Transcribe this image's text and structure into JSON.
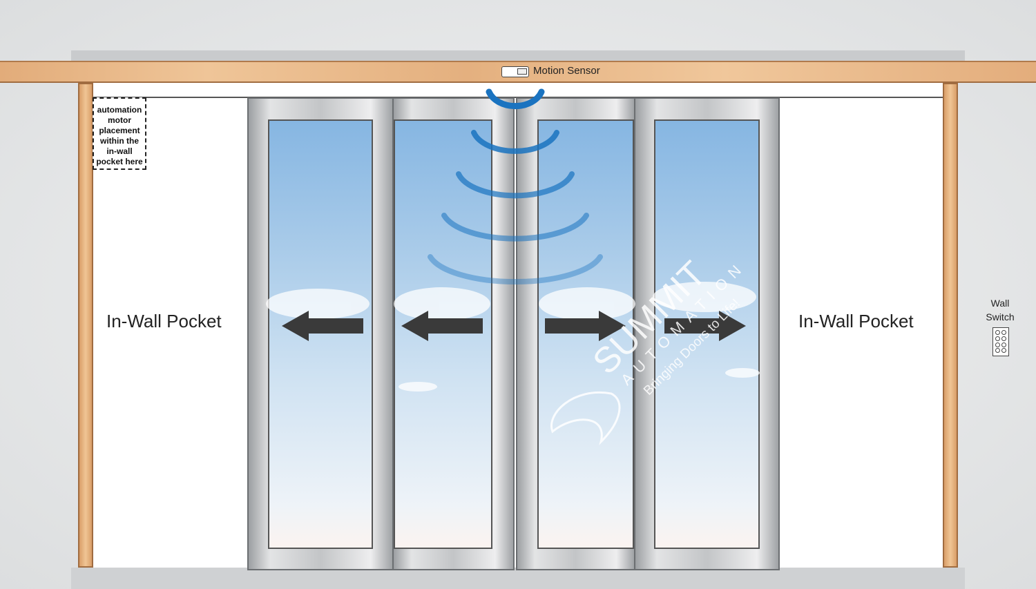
{
  "header": {
    "sensor_label": "Motion Sensor"
  },
  "motor_note": {
    "lines": [
      "automation",
      "motor",
      "placement",
      "within the",
      "in-wall",
      "pocket here"
    ]
  },
  "pockets": {
    "left": "In-Wall Pocket",
    "right": "In-Wall Pocket"
  },
  "wall_switch": {
    "line1": "Wall",
    "line2": "Switch"
  },
  "watermark": {
    "brand": "SUMMIT",
    "sub": "AUTOMATION",
    "tagline": "Bringing Doors to Life!"
  },
  "colors": {
    "sensor_wave": "#1a73c0",
    "arrow": "#3a3a3a",
    "wood": "#e8b98a"
  }
}
